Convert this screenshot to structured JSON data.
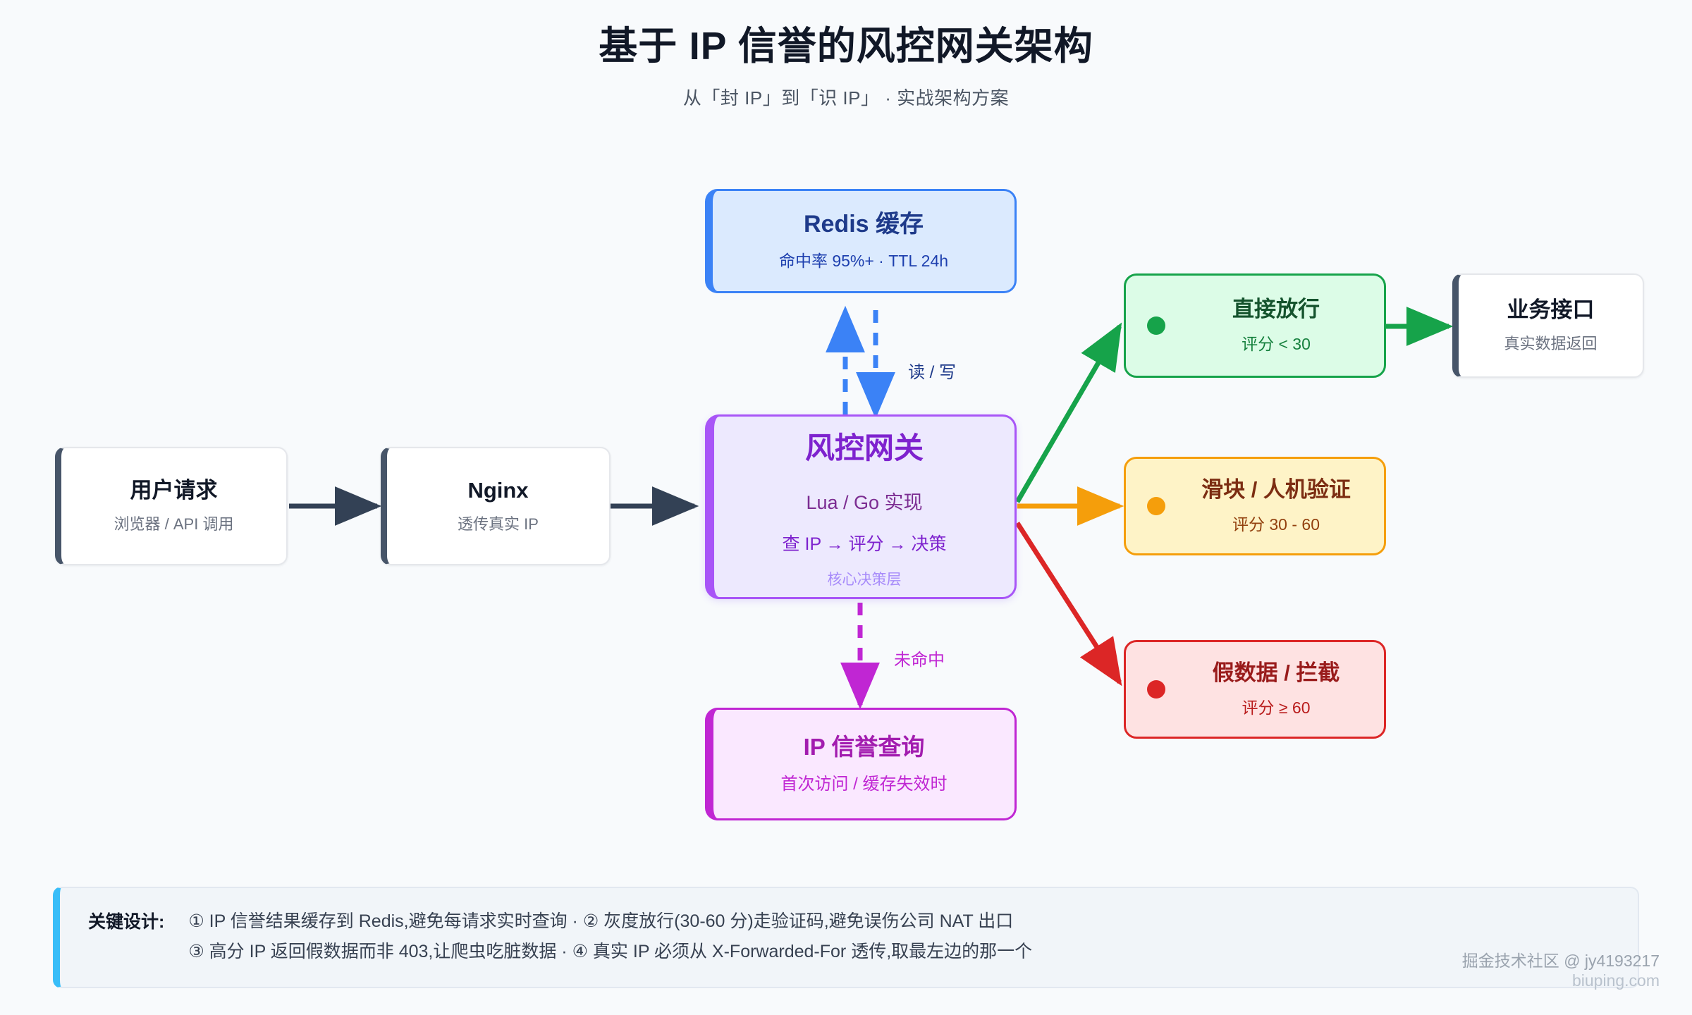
{
  "header": {
    "title": "基于 IP 信誉的风控网关架构",
    "subtitle": "从「封 IP」到「识 IP」 · 实战架构方案"
  },
  "nodes": {
    "user_request": {
      "title": "用户请求",
      "subtitle": "浏览器 / API 调用"
    },
    "nginx": {
      "title": "Nginx",
      "subtitle": "透传真实 IP"
    },
    "redis": {
      "title": "Redis 缓存",
      "subtitle": "命中率 95%+ · TTL 24h"
    },
    "gateway": {
      "title": "风控网关",
      "line1": "Lua / Go 实现",
      "line2": "查 IP → 评分 → 决策",
      "line3": "核心决策层"
    },
    "ip_lookup": {
      "title": "IP 信誉查询",
      "subtitle": "首次访问 / 缓存失效时"
    },
    "allow": {
      "title": "直接放行",
      "subtitle": "评分 < 30"
    },
    "captcha": {
      "title": "滑块 / 人机验证",
      "subtitle": "评分 30 - 60"
    },
    "block": {
      "title": "假数据 / 拦截",
      "subtitle": "评分 ≥ 60"
    },
    "business_api": {
      "title": "业务接口",
      "subtitle": "真实数据返回"
    }
  },
  "edges": {
    "read_write": "读 / 写",
    "cache_miss": "未命中"
  },
  "footer": {
    "label": "关键设计:",
    "lines": [
      "① IP 信誉结果缓存到 Redis,避免每请求实时查询 · ② 灰度放行(30-60 分)走验证码,避免误伤公司 NAT 出口",
      "③ 高分 IP 返回假数据而非 403,让爬虫吃脏数据 · ④ 真实 IP 必须从 X-Forwarded-For 透传,取最左边的那一个"
    ]
  },
  "watermark": {
    "line1": "掘金技术社区 @ jy4193217",
    "line2": "biuping.com"
  },
  "colors": {
    "background": "#f8fafc",
    "slate": "#475569",
    "blue": "#3b82f6",
    "purple": "#a855f7",
    "magenta": "#c026d3",
    "green": "#16a34a",
    "amber": "#f59e0b",
    "red": "#dc2626",
    "footer_accent": "#38bdf8"
  }
}
